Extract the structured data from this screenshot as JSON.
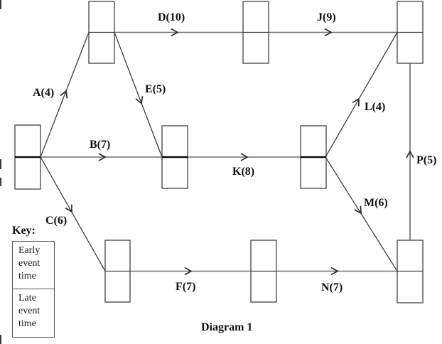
{
  "caption": "Diagram 1",
  "key": {
    "title": "Key:",
    "early": "Early event time",
    "late": "Late event time"
  },
  "activities": {
    "A": {
      "label": "A(4)",
      "name": "A",
      "duration": 4
    },
    "B": {
      "label": "B(7)",
      "name": "B",
      "duration": 7
    },
    "C": {
      "label": "C(6)",
      "name": "C",
      "duration": 6
    },
    "D": {
      "label": "D(10)",
      "name": "D",
      "duration": 10
    },
    "E": {
      "label": "E(5)",
      "name": "E",
      "duration": 5
    },
    "F": {
      "label": "F(7)",
      "name": "F",
      "duration": 7
    },
    "J": {
      "label": "J(9)",
      "name": "J",
      "duration": 9
    },
    "K": {
      "label": "K(8)",
      "name": "K",
      "duration": 8
    },
    "L": {
      "label": "L(4)",
      "name": "L",
      "duration": 4
    },
    "M": {
      "label": "M(6)",
      "name": "M",
      "duration": 6
    },
    "N": {
      "label": "N(7)",
      "name": "N",
      "duration": 7
    },
    "P": {
      "label": "P(5)",
      "name": "P",
      "duration": 5
    }
  },
  "nodes": {
    "count": 9,
    "style": "rectangle split into two empty cells (early event time above, late event time below)"
  }
}
